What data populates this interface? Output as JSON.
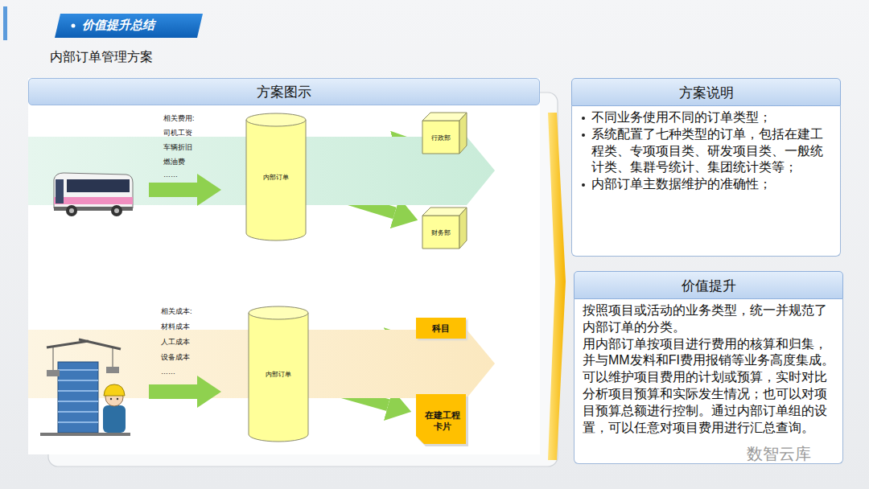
{
  "diagram": {
    "title": "价值提升总结",
    "nodes": [
      {
        "text": [
          "方案图示"
        ]
      },
      {
        "text": [
          "内部订单"
        ],
        "in": 0
      },
      {
        "text": [
          "行政部"
        ],
        "in": 0
      },
      {
        "text": [
          "财务部"
        ],
        "in": 0
      },
      {
        "text": [
          "内部订单"
        ],
        "in": 0
      },
      {
        "text": [
          "科目"
        ],
        "in": 0
      },
      {
        "text": [
          "在建工程卡片"
        ],
        "in": 0
      },
      {
        "text": [
          "方案说明",
          "不同业务使用不同的订单类型；",
          "系统配置了七种类型的订单，包括在建工程类、专项项目类、研发项目类、一般统计类、集群号统计、集团统计类等；",
          "内部订单主数据维护的准确性；"
        ]
      },
      {
        "text": [
          "价值提升",
          "按照项目或活动的业务类型，统一并规范了内部订单的分类。",
          "用内部订单按项目进行费用的核算和归集，并与MM发料和FI费用报销等业务高度集成。可以维护项目费用的计划或预算，实时对比分析项目预算和实际发生情况；也可以对项目预算总额进行控制。通过内部订单组的设置，可以任意对项目费用进行汇总查询。"
        ]
      }
    ],
    "edges": [
      {
        "from": 1,
        "to": 2,
        "arrow": "to"
      },
      {
        "from": 1,
        "to": 3,
        "arrow": "to"
      },
      {
        "from": 4,
        "to": 5,
        "arrow": "to"
      },
      {
        "from": 4,
        "to": 6,
        "arrow": "to"
      }
    ],
    "labels": [
      "内部订单管理方案",
      "相关费用:",
      "司机工资",
      "车辆折旧",
      "燃油费",
      "……",
      "相关成本:",
      "材料成本",
      "人工成本",
      "设备成本",
      "……",
      "数智云库"
    ]
  }
}
